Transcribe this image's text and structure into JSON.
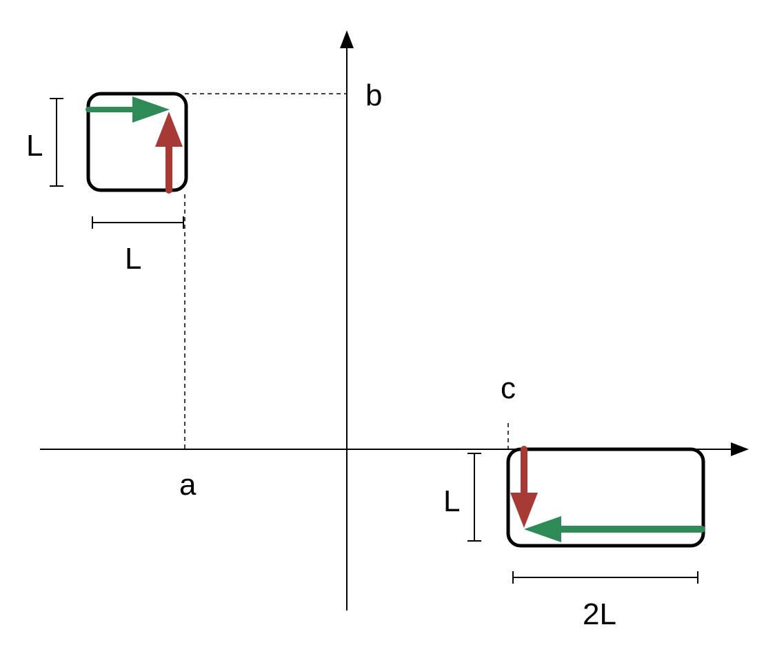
{
  "labels": {
    "a": "a",
    "b": "b",
    "c": "c",
    "small_height": "L",
    "small_width": "L",
    "large_height": "L",
    "large_width": "2L"
  },
  "colors": {
    "green_arrow": "#2e8b57",
    "red_arrow": "#a83a36",
    "outline": "#000000",
    "background": "#ffffff"
  }
}
